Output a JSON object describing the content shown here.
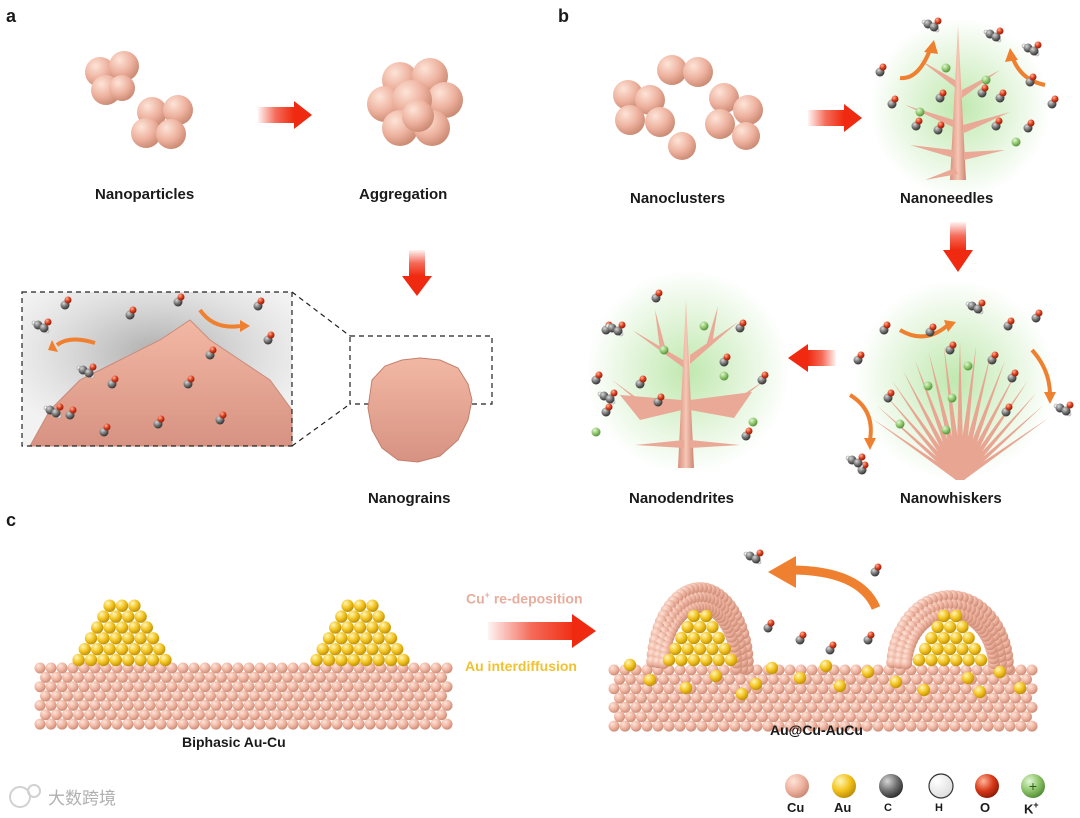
{
  "panels": {
    "a": "a",
    "b": "b",
    "c": "c"
  },
  "panel_a": {
    "nanoparticles": "Nanoparticles",
    "aggregation": "Aggregation",
    "nanograins": "Nanograins"
  },
  "panel_b": {
    "nanoclusters": "Nanoclusters",
    "nanoneedles": "Nanoneedles",
    "nanowhiskers": "Nanowhiskers",
    "nanodendrites": "Nanodendrites"
  },
  "panel_c": {
    "left_caption": "Biphasic Au-Cu",
    "right_caption": "Au@Cu-AuCu",
    "redeposition_text": "re-deposition",
    "redeposition_ion": "Cu",
    "redeposition_charge": "+",
    "interdiffusion_text": "Au interdiffusion"
  },
  "legend": [
    {
      "label": "Cu",
      "color": "#eeb3a0"
    },
    {
      "label": "Au",
      "color": "#f2c21c"
    },
    {
      "label": "C",
      "color": "#666666"
    },
    {
      "label": "H",
      "color": "#ffffff"
    },
    {
      "label": "O",
      "color": "#d83a1a"
    },
    {
      "label": "K",
      "sup": "+",
      "color": "#8ec46a"
    }
  ],
  "watermark": "大数跨境",
  "colors": {
    "copper": "#eeb3a0",
    "gold": "#f2c21c",
    "arrow_red": "#f02a10",
    "arrow_orange": "#ef8030",
    "glow_green": "#b9e6a6"
  }
}
